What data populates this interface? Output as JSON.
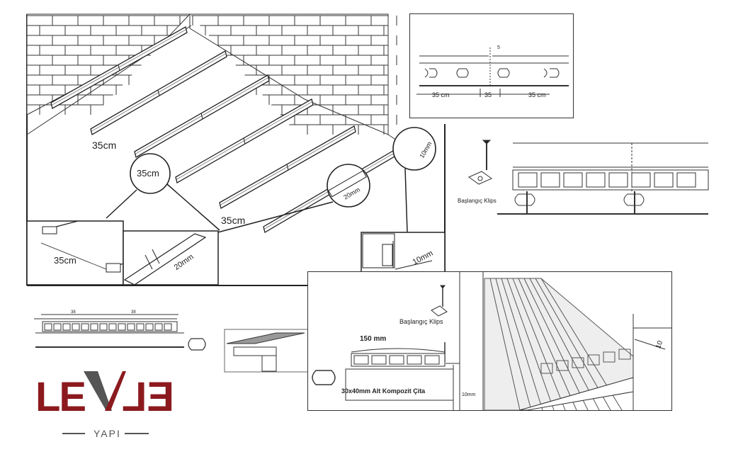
{
  "main_install": {
    "labels": {
      "spacing_a": "35cm",
      "spacing_b": "35cm",
      "spacing_c": "35cm",
      "gap_a": "20mm",
      "wall_gap": "10mm"
    }
  },
  "inset_left": {
    "spacing": "35cm",
    "gap": "20mm"
  },
  "inset_right": {
    "wall_gap": "10mm"
  },
  "top_right": {
    "dim_left": "35 cm",
    "dim_mid": "35",
    "dim_right": "35 cm",
    "gap": "5"
  },
  "clip_detail": {
    "clip_label": "Başlangıç Klips"
  },
  "bottom_detail": {
    "clip_label": "Başlangıç Klips",
    "board_width": "150 mm",
    "joist_label": "30x40mm  Alt Kompozit Çita",
    "gap_label": "10mm",
    "wall_gap": "10"
  },
  "small_profile": {
    "dim_left": "38",
    "dim_right": "38"
  },
  "logo": {
    "brand": "LEVEL",
    "sub": "YAPI",
    "colors": {
      "red": "#8b1a1f",
      "gray": "#555555"
    }
  }
}
